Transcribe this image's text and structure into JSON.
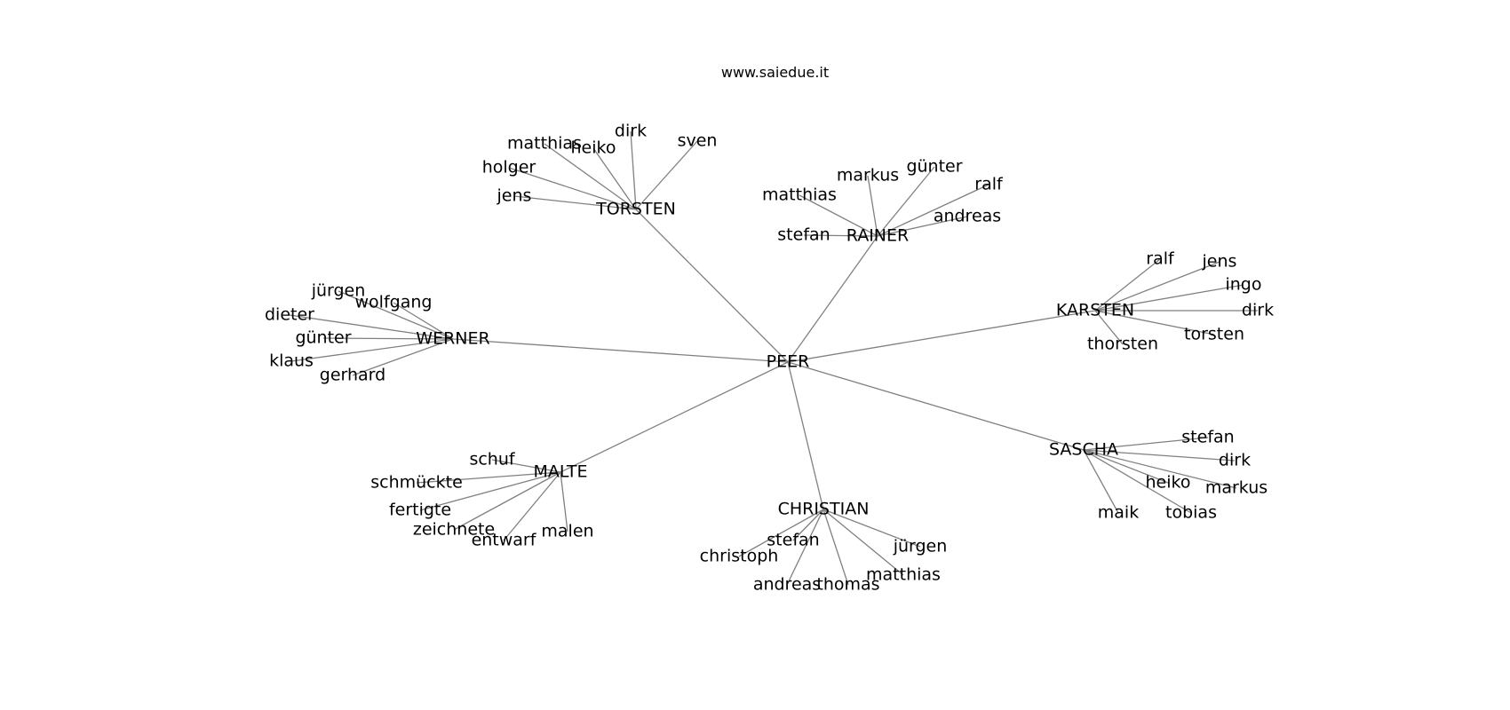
{
  "title": "www.saiedue.it",
  "edge_color": "#808080",
  "text_color": "#000000",
  "center": "PEER",
  "hubs": [
    {
      "name": "TORSTEN",
      "leaves": [
        "matthias",
        "heiko",
        "dirk",
        "sven",
        "holger",
        "jens"
      ]
    },
    {
      "name": "RAINER",
      "leaves": [
        "markus",
        "günter",
        "ralf",
        "matthias",
        "andreas",
        "stefan"
      ]
    },
    {
      "name": "KARSTEN",
      "leaves": [
        "ralf",
        "jens",
        "ingo",
        "dirk",
        "torsten",
        "thorsten"
      ]
    },
    {
      "name": "SASCHA",
      "leaves": [
        "stefan",
        "dirk",
        "heiko",
        "markus",
        "tobias",
        "maik"
      ]
    },
    {
      "name": "CHRISTIAN",
      "leaves": [
        "stefan",
        "jürgen",
        "christoph",
        "matthias",
        "andreas",
        "thomas"
      ]
    },
    {
      "name": "MALTE",
      "leaves": [
        "schuf",
        "schmückte",
        "fertigte",
        "zeichnete",
        "entwarf",
        "malen"
      ]
    },
    {
      "name": "WERNER",
      "leaves": [
        "jürgen",
        "wolfgang",
        "dieter",
        "günter",
        "klaus",
        "gerhard"
      ]
    }
  ]
}
